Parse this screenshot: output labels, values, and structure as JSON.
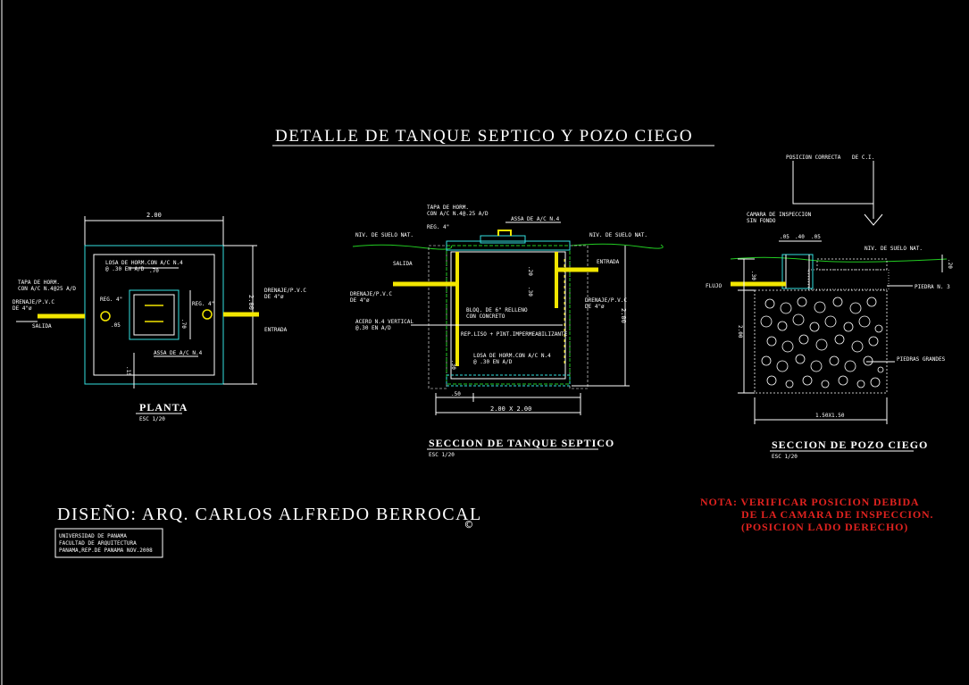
{
  "title": "DETALLE DE TANQUE SEPTICO Y POZO CIEGO",
  "design_credit": "DISEÑO: ARQ. CARLOS ALFREDO BERROCAL",
  "copyright_symbol": "©",
  "institution": [
    "UNIVERSIDAD DE PANAMA",
    "FACULTAD DE ARQUITECTURA",
    "PANAMA,REP.DE PANAMA NOV.2008"
  ],
  "note": [
    "NOTA:  VERIFICAR POSICION DEBIDA",
    "DE LA CAMARA DE INSPECCION.",
    "(POSICION LADO DERECHO)"
  ],
  "plan": {
    "title": "PLANTA",
    "scale": "ESC 1/20",
    "dim_top": "2.00",
    "dim_right": "2.00",
    "dim_inner_v": ".70",
    "dim_inner_h": ".70",
    "dim_small_a": ".05",
    "dim_small_b": ".15",
    "lid_label": [
      "LOSA DE HORM.CON A/C N.4",
      "@ .30 EN A/D"
    ],
    "cover_label": [
      "TAPA DE HORM.",
      "CON A/C N.4@25 A/D"
    ],
    "reg_left": "REG. 4\"",
    "reg_right": "REG. 4\"",
    "handle_label": "ASSA DE A/C N.4",
    "drain_left": [
      "DRENAJE/P.V.C",
      "DE 4\"ø"
    ],
    "drain_right": [
      "DRENAJE/P.V.C",
      "DE 4\"ø"
    ],
    "out_label": "SALIDA",
    "in_label": "ENTRADA"
  },
  "tank_section": {
    "title": "SECCION DE TANQUE SEPTICO",
    "scale": "ESC 1/20",
    "cover_label": [
      "TAPA DE HORM.",
      "CON A/C N.4@.25 A/D"
    ],
    "handle_label": "ASSA DE A/C N.4",
    "ground_left": "NIV. DE SUELO NAT.",
    "ground_right": "NIV. DE SUELO NAT.",
    "reg_label": "REG. 4\"",
    "out_label": "SALIDA",
    "in_label": "ENTRADA",
    "drain_left": [
      "DRENAJE/P.V.C",
      "DE 4\"ø"
    ],
    "drain_right": [
      "DRENAJE/P.V.C",
      "DE 4\"ø"
    ],
    "block_label": [
      "BLOQ. DE 6\" RELLENO",
      "CON CONCRETO"
    ],
    "rebar_label": [
      "ACERO N.4 VERTICAL",
      "@.30 EN A/D"
    ],
    "finish_label": "REP.LISO + PINT.IMPERMEABILIZANTE",
    "slab_label": [
      "LOSA DE HORM.CON A/C N.4",
      "@ .30 EN A/D"
    ],
    "dim_right": "2.00",
    "dim_a": ".20",
    "dim_b": ".30",
    "dim_c": ".30",
    "dim_bottom_left": ".50",
    "dim_bottom": "2.00  X  2.00"
  },
  "well_section": {
    "title": "SECCION DE POZO CIEGO",
    "scale": "ESC 1/20",
    "position_label": [
      "POSICION CORRECTA",
      "DE C.I."
    ],
    "chamber_label": [
      "CAMARA DE INSPECCION",
      "SIN FONDO"
    ],
    "ground_label": "NIV. DE SUELO NAT.",
    "flow_label": "FLUJO",
    "stone_label": "PIEDRA N. 3",
    "big_stones_label": "PIEDRAS GRANDES",
    "dim_top_a": ".05",
    "dim_top_b": ".40",
    "dim_top_c": ".05",
    "dim_right_top": ".20",
    "dim_left_top": ".30",
    "dim_left": "2.00",
    "dim_bottom": "1.50X1.50"
  }
}
